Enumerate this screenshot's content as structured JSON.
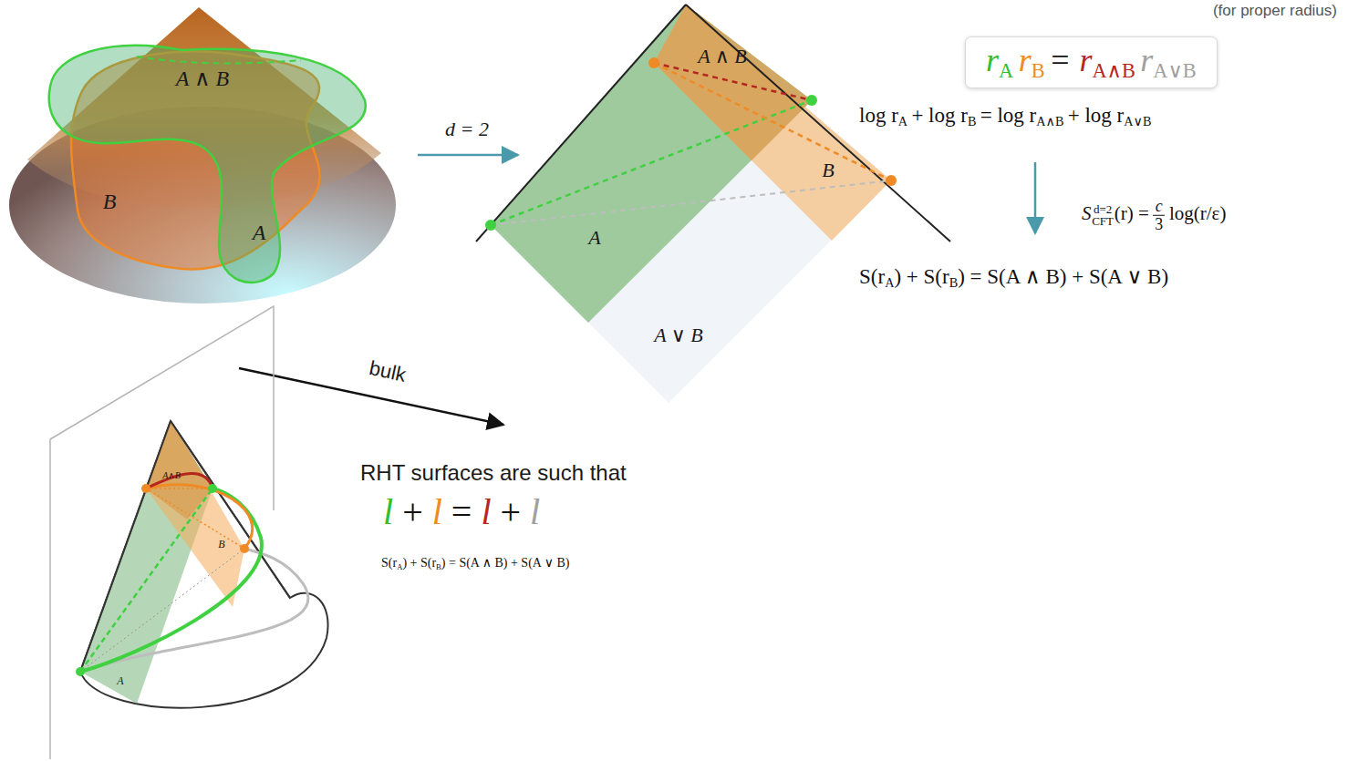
{
  "diagram": {
    "nodes": [
      {
        "text": [
          "r",
          "A",
          "r",
          "B",
          "=",
          "r",
          "A∧B",
          "r",
          "A∨B"
        ]
      }
    ],
    "labels": [
      "(for proper radius)",
      "A ∧ B",
      "B",
      "A",
      "d = 2",
      "A ∧ B",
      "B",
      "A",
      "A ∨ B",
      "log r",
      "A",
      "+ log r",
      "B",
      "= log r",
      "A∧B",
      "+ log r",
      "A∨B",
      "S",
      "d=2",
      "CFT",
      "(r) =",
      "c",
      "3",
      "log(r/ε)",
      "S(r",
      "A",
      ") + S(r",
      "B",
      ") = S(A ∧ B) + S(A ∨ B)",
      "bulk",
      "RHT surfaces are such that",
      "l",
      "+",
      "l",
      "=",
      "l",
      "+",
      "l",
      "S(r",
      "A",
      ") + S(r",
      "B",
      ") = S(A ∧ B) + S(A ∨ B)",
      "A∧B",
      "B",
      "A"
    ]
  }
}
